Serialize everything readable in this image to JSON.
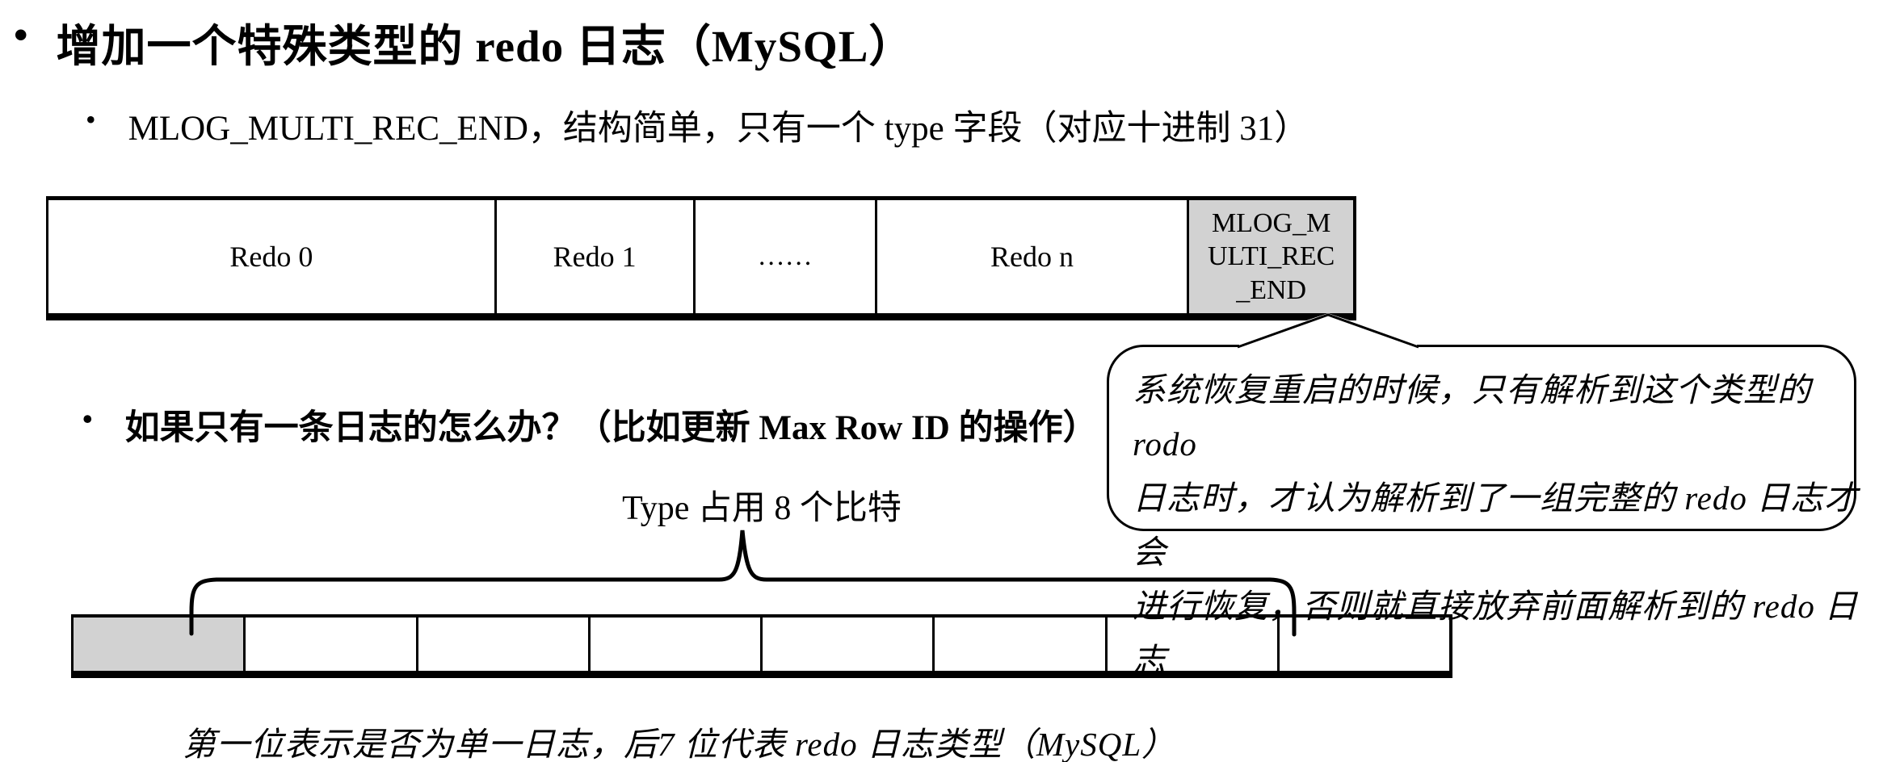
{
  "slide": {
    "title": {
      "bullet": "•",
      "text": "增加一个特殊类型的 redo 日志（MySQL）"
    },
    "bullet_mlog": {
      "bullet": "•",
      "text": "MLOG_MULTI_REC_END，结构简单，只有一个 type 字段（对应十进制 31）"
    },
    "bullet_question": {
      "bullet": "•",
      "text": "如果只有一条日志的怎么办？（比如更新 Max Row ID 的操作）"
    },
    "redo_chain": {
      "cells": [
        {
          "label": "Redo 0"
        },
        {
          "label": "Redo 1"
        },
        {
          "label": "……"
        },
        {
          "label": "Redo n"
        },
        {
          "label_lines": [
            "MLOG_M",
            "ULTI_REC",
            "_END"
          ]
        }
      ]
    },
    "callout": {
      "lines": [
        "系统恢复重启的时候，只有解析到这个类型的 rodo",
        "日志时，才认为解析到了一组完整的 redo 日志才会",
        "进行恢复，否则就直接放弃前面解析到的 redo 日志"
      ]
    },
    "type_label": "Type 占用 8 个比特",
    "bit_field": {
      "cell_count": 8,
      "highlighted_cell_index": 0
    },
    "bottom_note": "第一位表示是否为单一日志，后7 位代表 redo 日志类型（MySQL）",
    "colors": {
      "background": "#ffffff",
      "highlight_gray": "#d2d2d2",
      "line": "#000000"
    }
  }
}
